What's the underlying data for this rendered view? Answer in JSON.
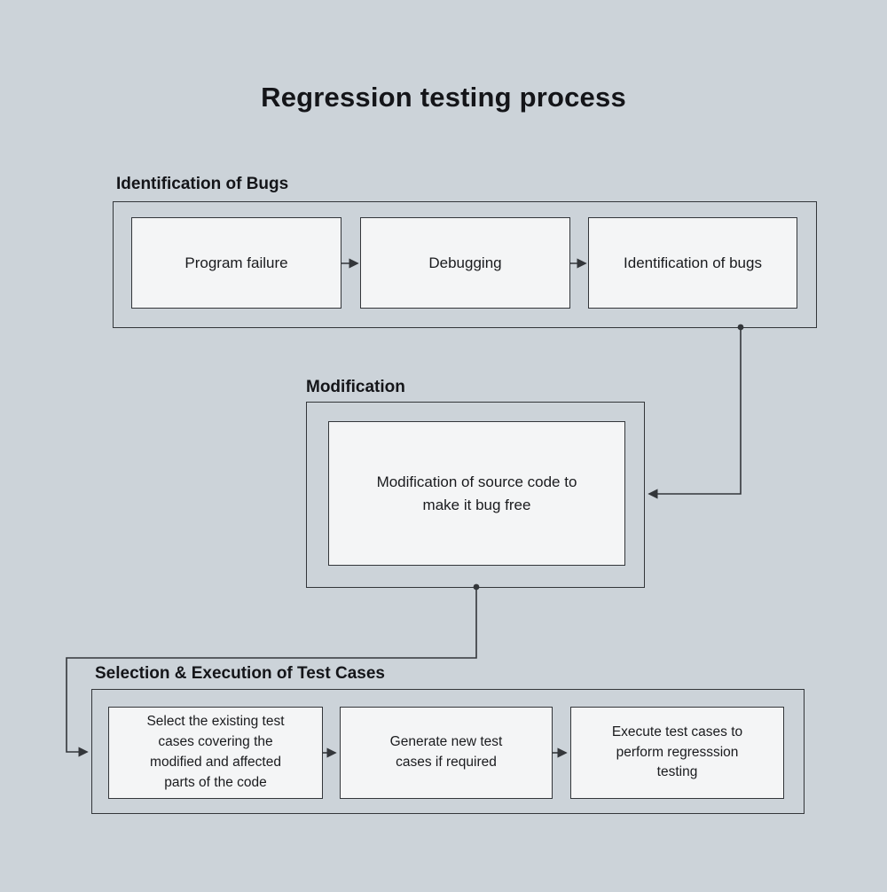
{
  "title": "Regression testing process",
  "colors": {
    "background": "#ccd3d9",
    "box_fill": "#f4f5f6",
    "line": "#33363a",
    "text": "#17181a"
  },
  "sections": [
    {
      "label": "Identification of Bugs",
      "boxes": [
        "Program failure",
        "Debugging",
        "Identification of bugs"
      ]
    },
    {
      "label": "Modification",
      "boxes": [
        "Modification of source code to make it bug free"
      ]
    },
    {
      "label": "Selection & Execution of Test Cases",
      "boxes": [
        "Select the existing test cases covering the modified and affected parts of the code",
        "Generate new test cases if required",
        "Execute test cases to perform regresssion testing"
      ]
    }
  ]
}
